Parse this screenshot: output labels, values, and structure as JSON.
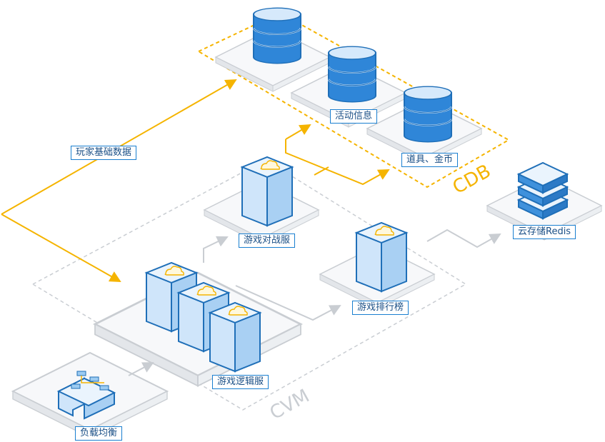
{
  "labels": {
    "player_data": "玩家基础数据",
    "activity_info": "活动信息",
    "items_gold": "道具、金币",
    "battle_server": "游戏对战服",
    "ranking": "游戏排行榜",
    "logic_server": "游戏逻辑服",
    "load_balancer": "负载均衡",
    "redis": "云存储Redis"
  },
  "zones": {
    "cdb": "CDB",
    "cvm": "CVM"
  },
  "colors": {
    "accent": "#f5b400",
    "box_face": "#d6e9fb",
    "box_side": "#5aa6e6",
    "box_edge": "#1f6fb8",
    "platform": "#f4f5f7",
    "gray_line": "#c9cdd2",
    "label_border": "#1a7fd0"
  }
}
